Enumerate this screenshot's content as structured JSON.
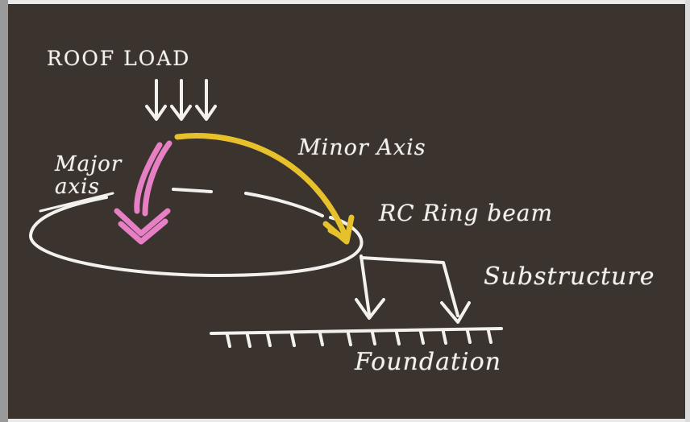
{
  "labels": {
    "roof_load": "ROOF LOAD",
    "major_axis_line1": "Major",
    "major_axis_line2": "axis",
    "minor_axis": "Minor Axis",
    "ring_beam": "RC Ring beam",
    "substructure": "Substructure",
    "foundation": "Foundation"
  },
  "colors": {
    "board": "#3a332e",
    "chalk_white": "#f3f1ee",
    "chalk_yellow": "#e7c12b",
    "chalk_pink": "#e67fc4"
  }
}
